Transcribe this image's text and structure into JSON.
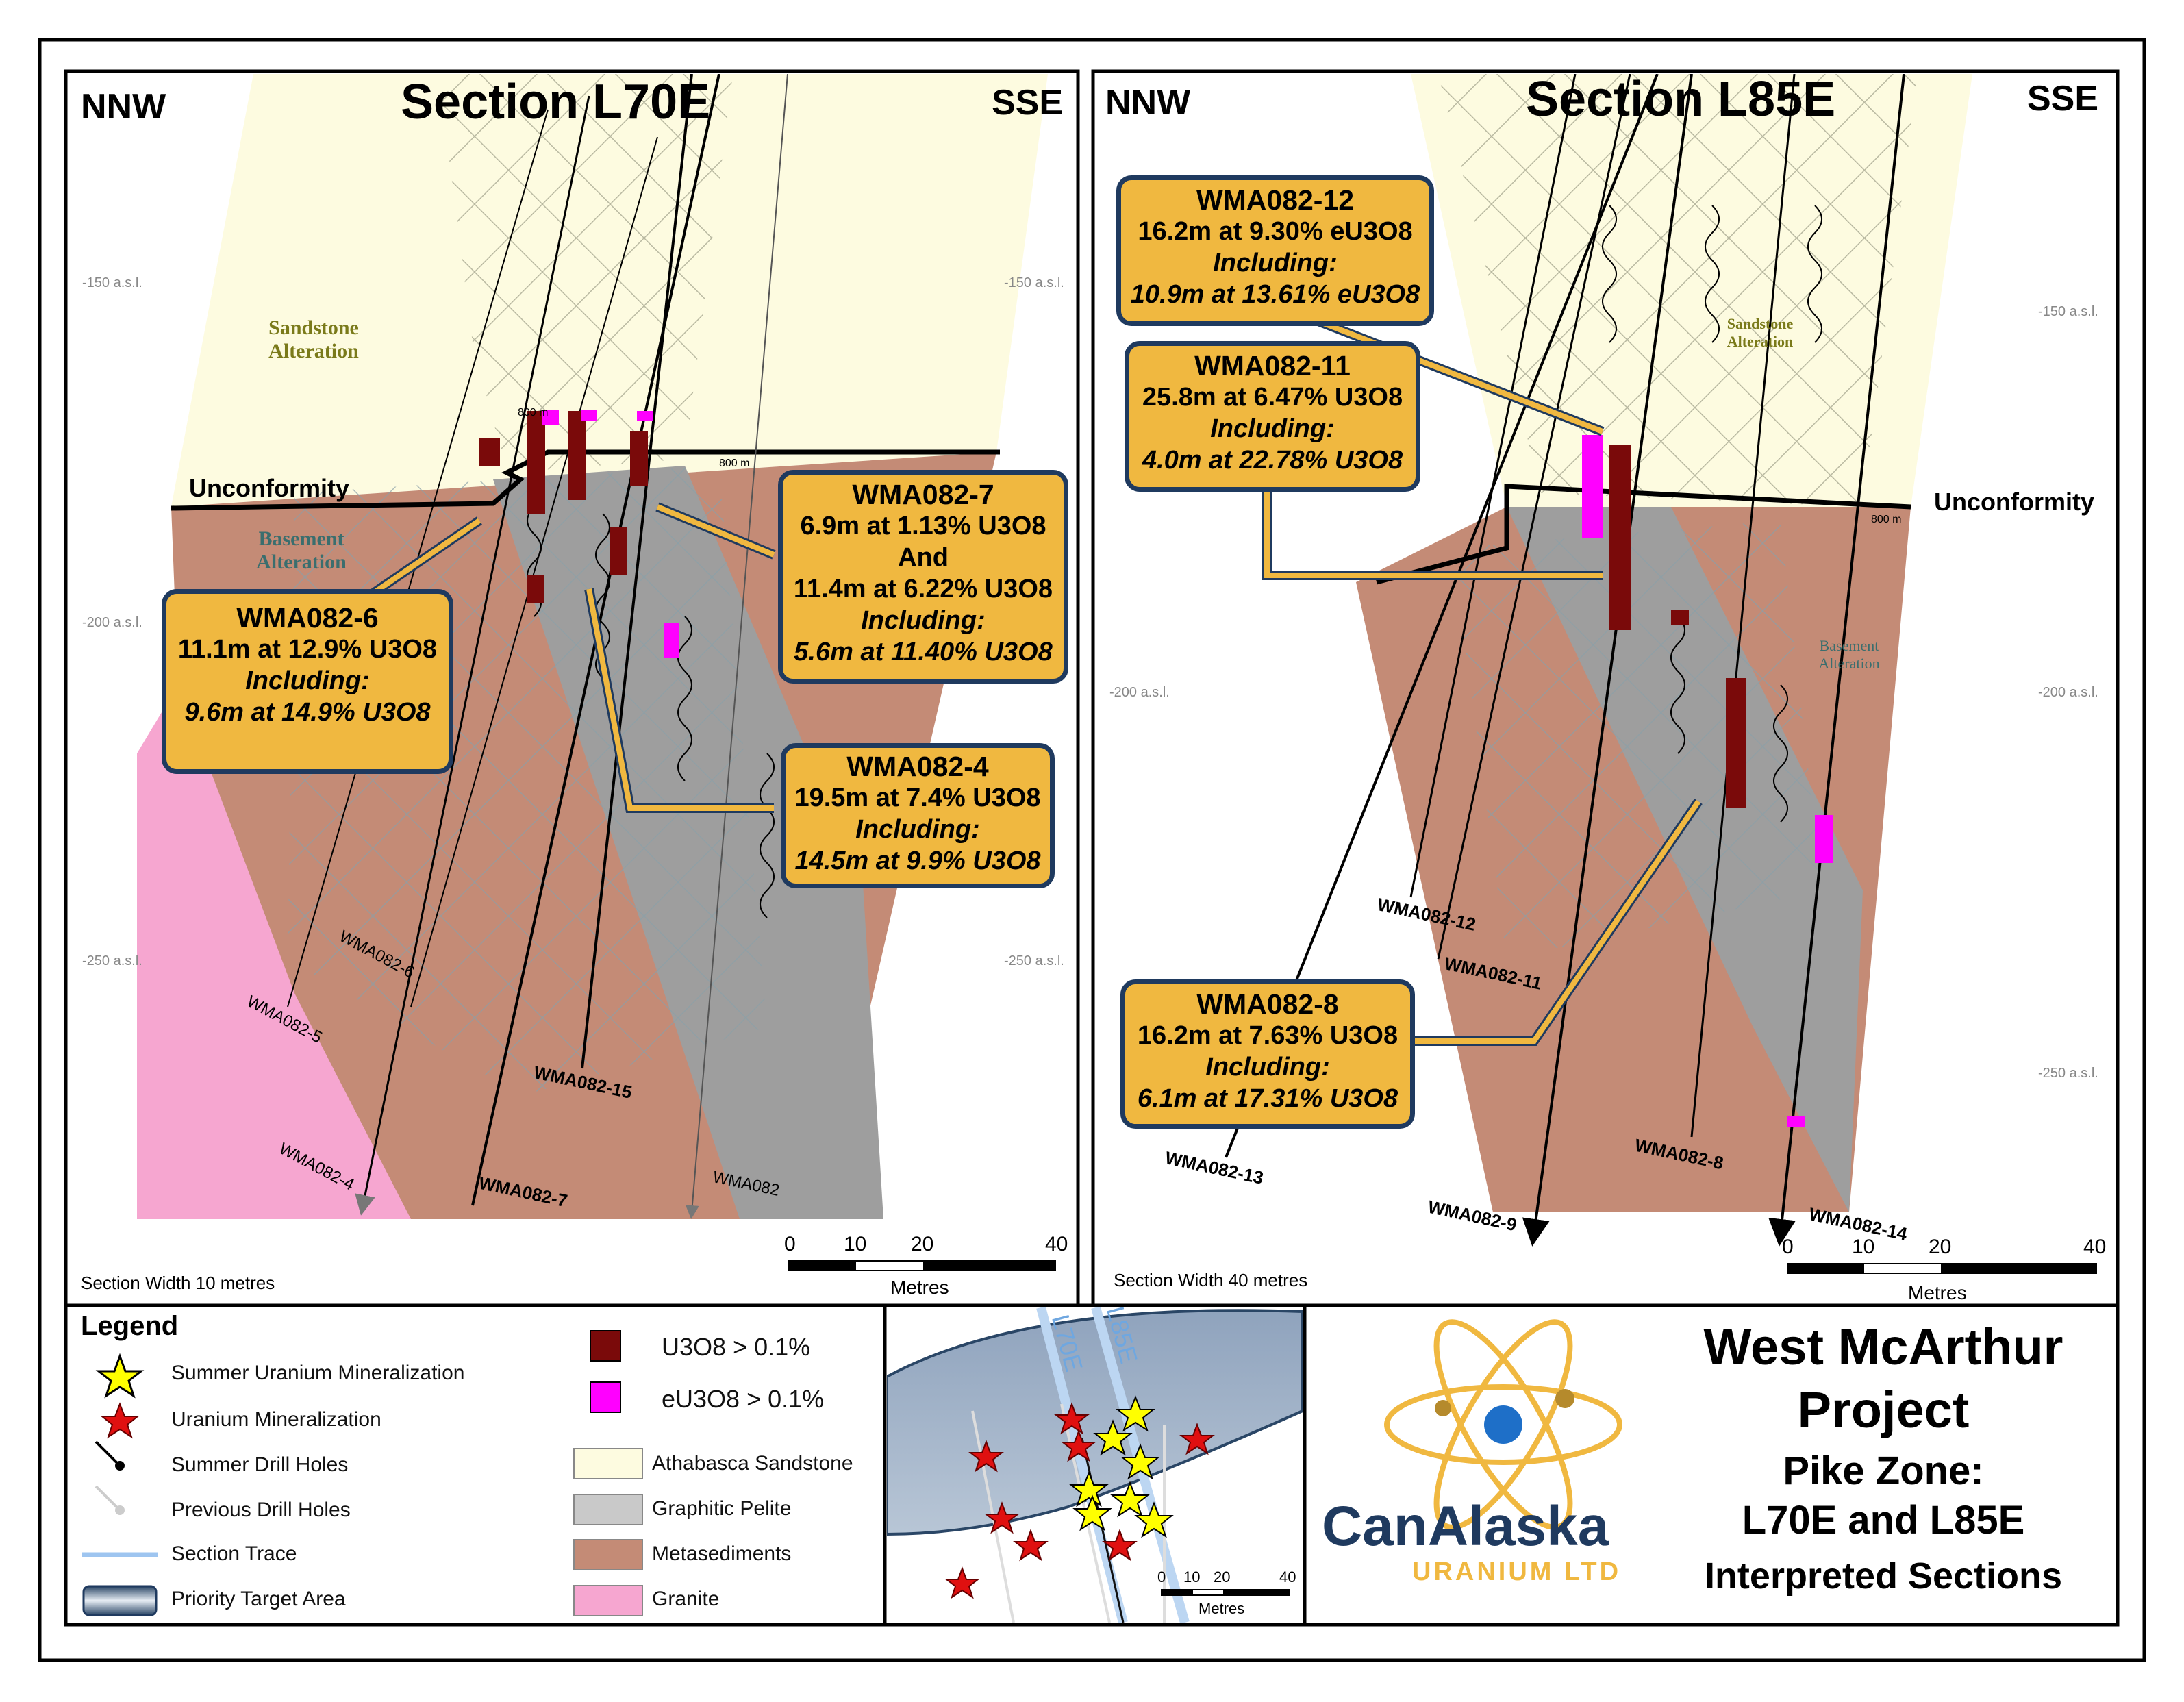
{
  "left_panel": {
    "title": "Section L70E",
    "dir_left": "NNW",
    "dir_right": "SSE",
    "elev_labels": [
      "-150 a.s.l.",
      "-200 a.s.l.",
      "-250 a.s.l."
    ],
    "sandstone_alteration": "Sandstone Alteration",
    "basement_alteration": "Basement Alteration",
    "unconformity": "Unconformity",
    "section_width": "Section Width 10 metres",
    "holes": [
      "WMA082-6",
      "WMA082-5",
      "WMA082-4",
      "WMA082-7",
      "WMA082-15",
      "WMA082"
    ],
    "depth_mark": "800 m",
    "scale": {
      "ticks": [
        "0",
        "10",
        "20",
        "40"
      ],
      "unit": "Metres"
    },
    "callouts": [
      {
        "id": "WMA082-6",
        "l1": "11.1m at 12.9% U3O8",
        "l2": "Including:",
        "l3": "9.6m at 14.9% U3O8"
      },
      {
        "id": "WMA082-7",
        "l1": "6.9m at 1.13% U3O8",
        "and": "And",
        "l2": "11.4m at 6.22% U3O8",
        "l3": "Including:",
        "l4": "5.6m at 11.40% U3O8"
      },
      {
        "id": "WMA082-4",
        "l1": "19.5m at 7.4% U3O8",
        "l2": "Including:",
        "l3": "14.5m at 9.9% U3O8"
      }
    ]
  },
  "right_panel": {
    "title": "Section L85E",
    "dir_left": "NNW",
    "dir_right": "SSE",
    "elev_labels": [
      "-150 a.s.l.",
      "-200 a.s.l.",
      "-250 a.s.l."
    ],
    "sandstone_alteration": "Sandstone Alteration",
    "basement_alteration": "Basement Alteration",
    "unconformity": "Unconformity",
    "section_width": "Section Width 40 metres",
    "holes": [
      "WMA082-12",
      "WMA082-11",
      "WMA082-13",
      "WMA082-9",
      "WMA082-8",
      "WMA082-14"
    ],
    "depth_mark": "800 m",
    "scale": {
      "ticks": [
        "0",
        "10",
        "20",
        "40"
      ],
      "unit": "Metres"
    },
    "callouts": [
      {
        "id": "WMA082-12",
        "l1": "16.2m at 9.30% eU3O8",
        "l2": "Including:",
        "l3": "10.9m at 13.61% eU3O8"
      },
      {
        "id": "WMA082-11",
        "l1": "25.8m at 6.47% U3O8",
        "l2": "Including:",
        "l3": "4.0m at 22.78% U3O8"
      },
      {
        "id": "WMA082-8",
        "l1": "16.2m at 7.63% U3O8",
        "l2": "Including:",
        "l3": "6.1m at 17.31% U3O8"
      }
    ]
  },
  "legend": {
    "title": "Legend",
    "items_left": [
      "Summer Uranium Mineralization",
      "Uranium Mineralization",
      "Summer Drill Holes",
      "Previous Drill Holes",
      "Section Trace",
      "Priority Target Area"
    ],
    "items_right": [
      "U3O8 > 0.1%",
      "eU3O8 > 0.1%",
      "Athabasca Sandstone",
      "Graphitic Pelite",
      "Metasediments",
      "Granite"
    ],
    "colors": {
      "u3o8": "#7a0a0a",
      "eu3o8": "#ff00ff",
      "sandstone": "#fdfbe0",
      "pelite": "#9e9e9e",
      "metased": "#c48b76",
      "granite": "#f6a6d0"
    }
  },
  "inset_map": {
    "trace_labels": [
      "L70E",
      "L85E"
    ],
    "scale": {
      "ticks": [
        "0",
        "10",
        "20",
        "40"
      ],
      "unit": "Metres"
    }
  },
  "title_block": {
    "company": "CanAlaska",
    "company_sub": "URANIUM LTD",
    "title1": "West McArthur",
    "title2": "Project",
    "title3": "Pike Zone:",
    "title4": "L70E and L85E",
    "title5": "Interpreted Sections"
  }
}
